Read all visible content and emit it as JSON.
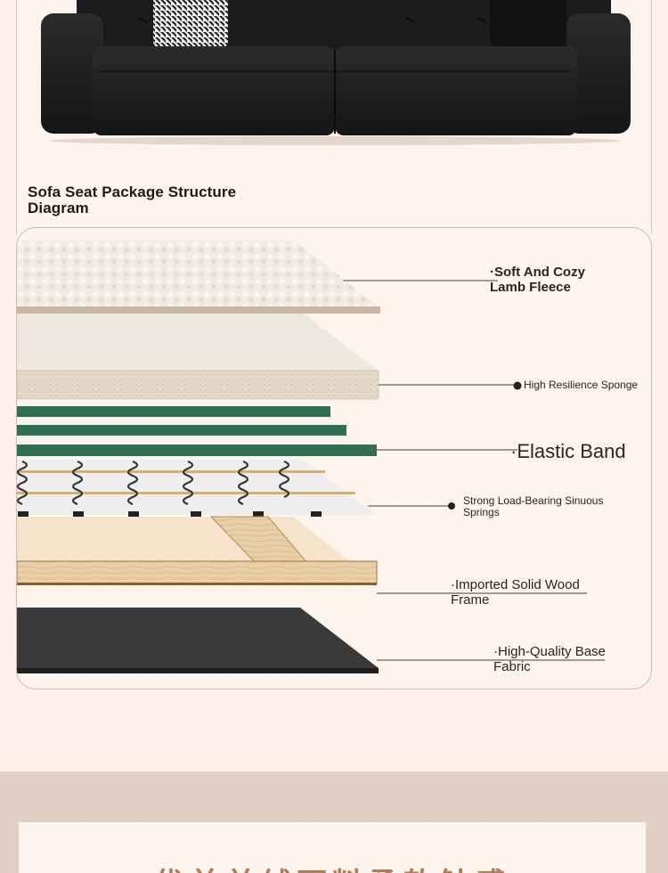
{
  "diagram": {
    "title": "Sofa Seat Package Structure Diagram",
    "labels": {
      "fleece": "·Soft And Cozy Lamb Fleece",
      "sponge": "High Resilience Sponge",
      "elastic": "·Elastic Band",
      "springs": "Strong Load-Bearing Sinuous Springs",
      "frame": "·Imported Solid Wood Frame",
      "base": "·High-Quality Base Fabric"
    }
  },
  "footer": {
    "heading": "优羔羊绒面料柔软触感"
  }
}
